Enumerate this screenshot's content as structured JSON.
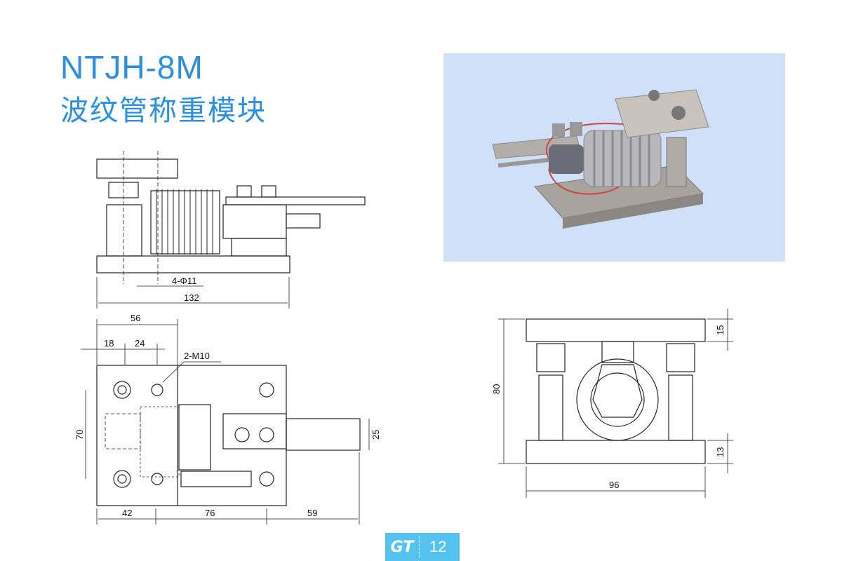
{
  "header": {
    "model": "NTJH-8M",
    "product_name": "波纹管称重模块"
  },
  "side_view": {
    "hole_label": "4-Φ11",
    "length": "132"
  },
  "top_view": {
    "dim_56": "56",
    "dim_18": "18",
    "dim_24": "24",
    "thread_label": "2-M10",
    "dim_70": "70",
    "dim_25": "25",
    "dim_42": "42",
    "dim_76": "76",
    "dim_59": "59"
  },
  "front_view": {
    "dim_15": "15",
    "dim_80": "80",
    "dim_13": "13",
    "dim_96": "96"
  },
  "footer": {
    "logo_text": "GT",
    "page_number": "12",
    "color": "#55c3f0"
  },
  "accent_color": "#2a8ee6"
}
